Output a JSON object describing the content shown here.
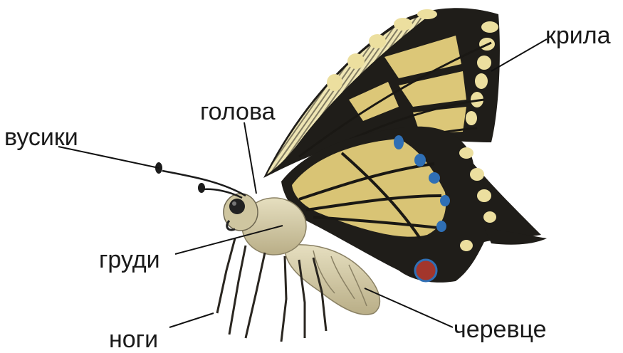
{
  "diagram": {
    "subject": "swallowtail-butterfly",
    "labels": {
      "antennae": "вусики",
      "head": "голова",
      "wings": "крила",
      "thorax": "груди",
      "abdomen": "черевце",
      "legs": "ноги"
    },
    "colors": {
      "wing_pale": "#e8dc9a",
      "wing_yellow": "#d9c26a",
      "wing_dark": "#1e1c18",
      "eyespot_blue": "#2f6fb5",
      "eyespot_red": "#a3362c",
      "body": "#d8cfa9",
      "leader_line": "#111111"
    }
  }
}
